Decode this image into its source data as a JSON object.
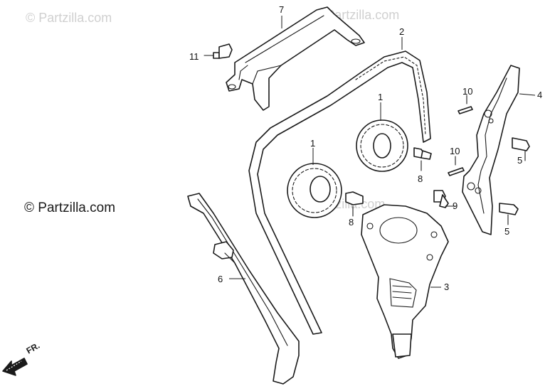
{
  "watermarks": [
    "© Partzilla.com",
    "© Partzilla.com",
    "© Partzilla.com"
  ],
  "copyright": "© Partzilla.com",
  "direction_label": "FR.",
  "callouts": [
    "7",
    "11",
    "2",
    "1",
    "10",
    "4",
    "5",
    "8",
    "1",
    "10",
    "9",
    "5",
    "8",
    "6",
    "3"
  ]
}
